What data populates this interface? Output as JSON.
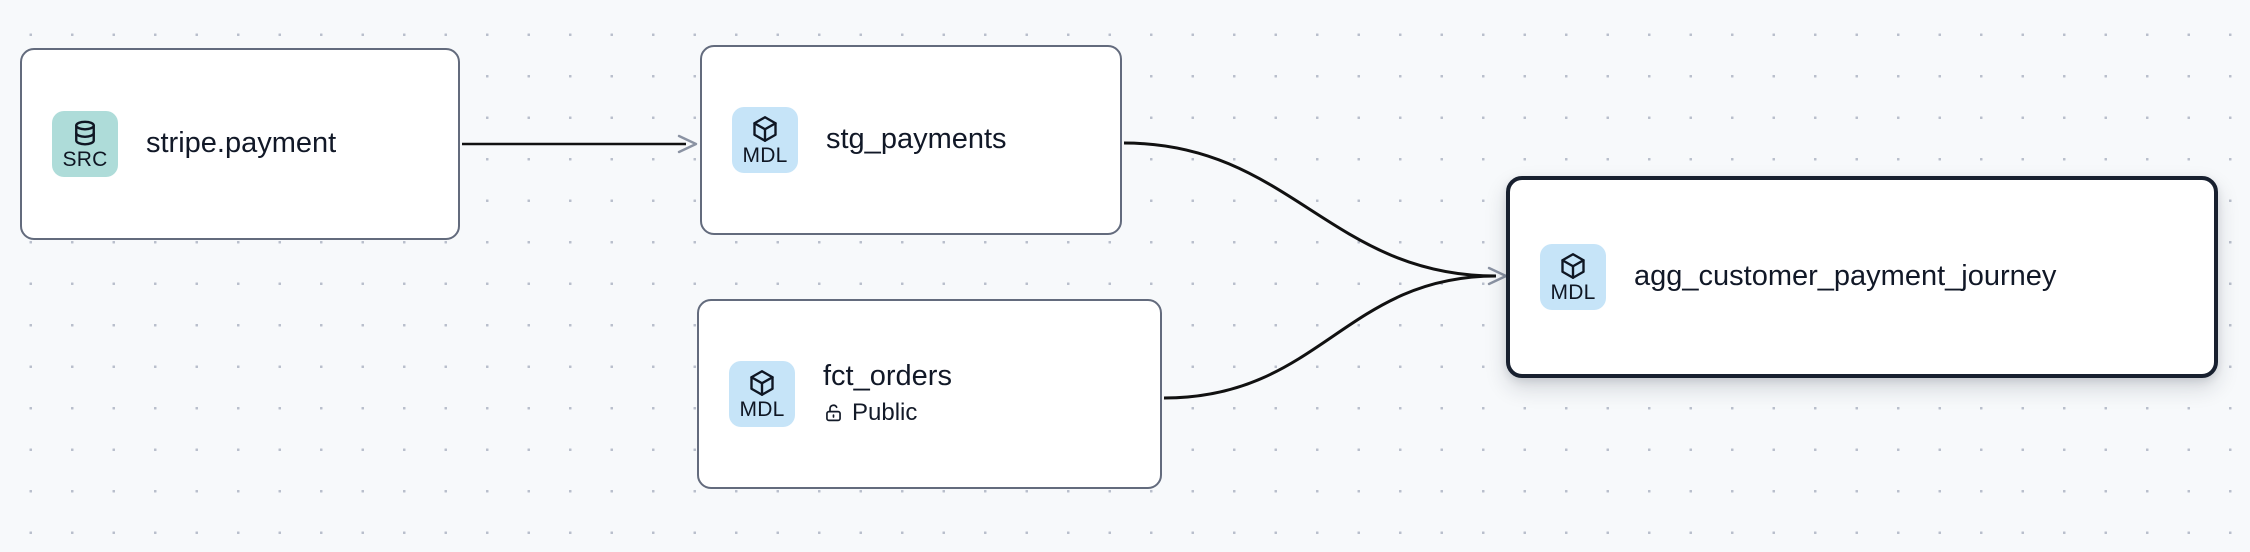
{
  "graph": {
    "background_color": "#f7f9fb",
    "node_border_color": "#636b7d",
    "selected_border_color": "#18202f",
    "edge_color": "#111111",
    "arrow_color": "#8b93a3",
    "nodes": [
      {
        "id": "stripe-payment",
        "title": "stripe.payment",
        "badge_label": "SRC",
        "badge_icon": "database-icon",
        "badge_color": "#aedcd9",
        "selected": false,
        "meta": null
      },
      {
        "id": "stg-payments",
        "title": "stg_payments",
        "badge_label": "MDL",
        "badge_icon": "cube-icon",
        "badge_color": "#c6e4f8",
        "selected": false,
        "meta": null
      },
      {
        "id": "fct-orders",
        "title": "fct_orders",
        "badge_label": "MDL",
        "badge_icon": "cube-icon",
        "badge_color": "#c6e4f8",
        "selected": false,
        "meta": {
          "icon": "unlock-icon",
          "label": "Public"
        }
      },
      {
        "id": "agg-customer-payment-journey",
        "title": "agg_customer_payment_journey",
        "badge_label": "MDL",
        "badge_icon": "cube-icon",
        "badge_color": "#c6e4f8",
        "selected": true,
        "meta": null
      }
    ],
    "edges": [
      {
        "from": "stripe-payment",
        "to": "stg-payments",
        "style": "straight"
      },
      {
        "from": "stg-payments",
        "to": "agg-customer-payment-journey",
        "style": "bezier"
      },
      {
        "from": "fct-orders",
        "to": "agg-customer-payment-journey",
        "style": "bezier"
      }
    ]
  }
}
